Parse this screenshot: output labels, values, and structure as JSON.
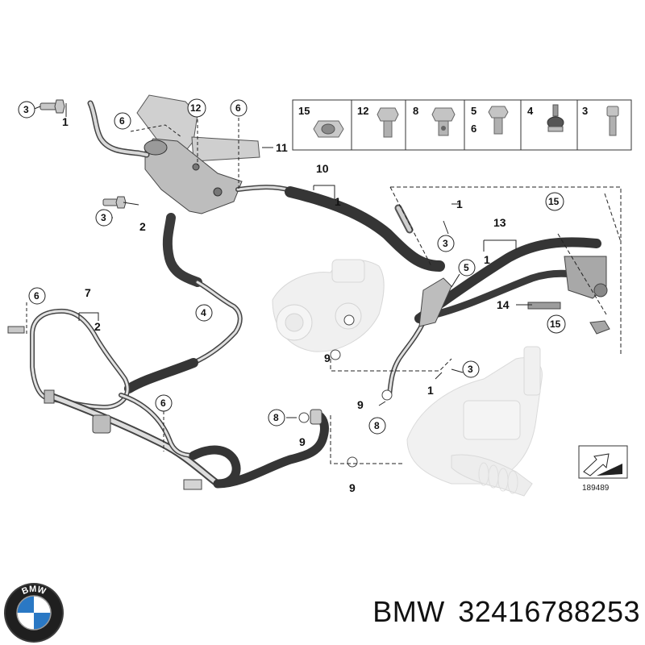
{
  "callouts": {
    "c1a": "1",
    "c3a": "3",
    "c6a": "6",
    "c12": "12",
    "c6b": "6",
    "c11": "11",
    "c10": "10",
    "c1b": "1",
    "c3b": "3",
    "c2a": "2",
    "c4": "4",
    "c6c": "6",
    "c7": "7",
    "c2b": "2",
    "c6d": "6",
    "c1c": "1",
    "c3c": "3",
    "c13": "13",
    "c15a": "15",
    "c1d": "1",
    "c5": "5",
    "c14": "14",
    "c15b": "15",
    "c9a": "9",
    "c3d": "3",
    "c1e": "1",
    "c9b": "9",
    "c8a": "8",
    "c8b": "8",
    "c9c": "9",
    "c9d": "9"
  },
  "legend": {
    "items": [
      {
        "num": "15"
      },
      {
        "num": "12"
      },
      {
        "num": "8"
      },
      {
        "num": "5",
        "num2": "6"
      },
      {
        "num": "4"
      },
      {
        "num": "3"
      }
    ]
  },
  "ref_number": "189489",
  "footer": {
    "brand": "BMW",
    "part_number": "32416788253"
  },
  "logo_letters": "BMW",
  "colors": {
    "hose": "#3c3c3c",
    "pipe": "#4a4a4a",
    "part_gray": "#b8b8b8",
    "bmw_blue": "#2a78c4"
  }
}
